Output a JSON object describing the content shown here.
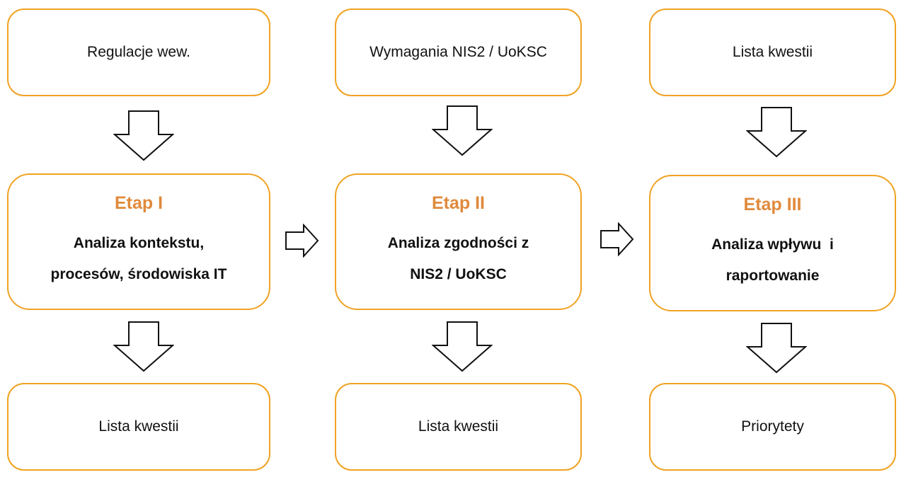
{
  "columns": [
    {
      "input": "Regulacje wew.",
      "stage_title": "Etap I",
      "stage_desc_line1": "Analiza kontekstu,",
      "stage_desc_line2": "procesów, środowiska IT",
      "output": "Lista kwestii"
    },
    {
      "input": "Wymagania NIS2 / UoKSC",
      "stage_title": "Etap II",
      "stage_desc_line1": "Analiza zgodności z",
      "stage_desc_line2": "NIS2 / UoKSC",
      "output": "Lista kwestii"
    },
    {
      "input": "Lista kwestii",
      "stage_title": "Etap III",
      "stage_desc_line1": "Analiza wpływu  i",
      "stage_desc_line2": "raportowanie",
      "output": "Priorytety"
    }
  ],
  "colors": {
    "border": "#f0a323",
    "stage_title": "#e08a3c"
  },
  "icons": {
    "down_arrow": "down-arrow-icon",
    "right_arrow": "right-arrow-icon"
  }
}
